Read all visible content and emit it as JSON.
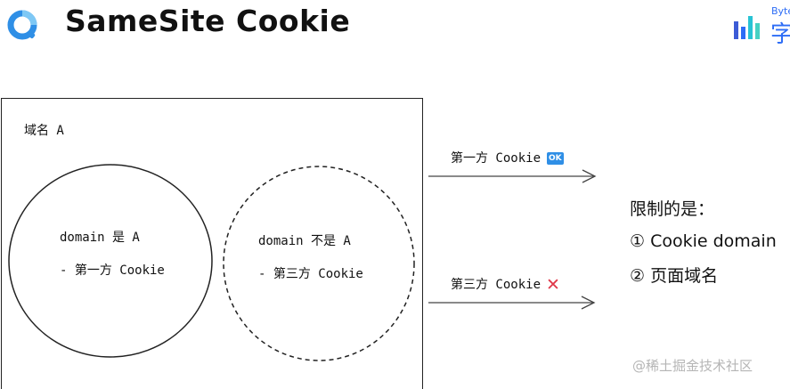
{
  "header": {
    "title": "SameSite Cookie",
    "brand_small": "Byte",
    "brand_big": "字"
  },
  "diagram": {
    "domain_label": "域名 A",
    "first_party_circle": {
      "line1": "domain 是 A",
      "line2": "- 第一方 Cookie"
    },
    "third_party_circle": {
      "line1": "domain 不是 A",
      "line2": "- 第三方 Cookie"
    },
    "arrows": [
      {
        "label": "第一方 Cookie",
        "badge": "OK"
      },
      {
        "label": "第三方 Cookie",
        "badge": "✕"
      }
    ]
  },
  "restrictions": {
    "heading": "限制的是：",
    "items": [
      "① Cookie domain",
      "② 页面域名"
    ]
  },
  "watermark": "@稀土掘金技术社区",
  "colors": {
    "logo": "#2f8fe6",
    "brand": "#2d6df6",
    "ok_badge": "#2f8fe6",
    "cross": "#e0394a"
  }
}
